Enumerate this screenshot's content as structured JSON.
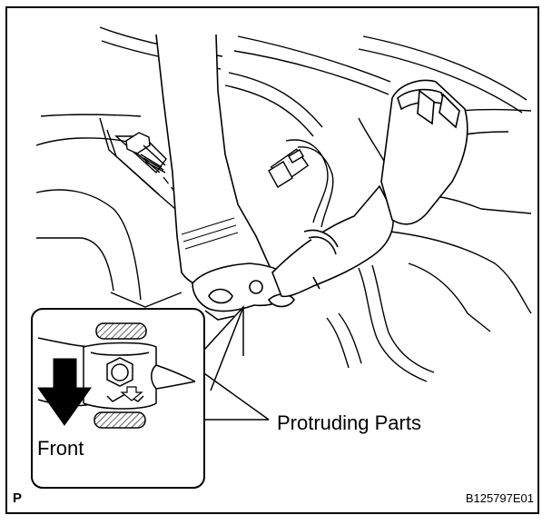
{
  "labels": {
    "protruding_parts": "Protruding Parts",
    "front": "Front",
    "figure_code": "B125797E01",
    "page_marker": "P"
  },
  "colors": {
    "line": "#000000",
    "background": "#ffffff"
  },
  "icons": {
    "front_arrow": "down-arrow-icon",
    "bolt": "bolt-icon"
  }
}
